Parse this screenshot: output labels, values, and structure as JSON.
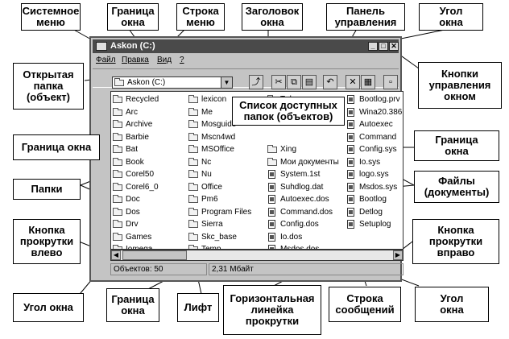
{
  "window": {
    "title": "Askon (C:)",
    "menu": [
      "Файл",
      "Правка",
      "Вид",
      "?"
    ],
    "address": "Askon (C:)",
    "titlebar_buttons": [
      "_",
      "□",
      "✕"
    ]
  },
  "files": {
    "col1": [
      "Recycled",
      "Arc",
      "Archive",
      "Barbie",
      "Bat",
      "Book",
      "Corel50",
      "Corel6_0",
      "Doc",
      "Dos",
      "Drv",
      "Games",
      "Iomega"
    ],
    "col2": [
      "lexicon",
      "Me",
      "Mosguide",
      "Mscn4wd",
      "MSOffice",
      "Nc",
      "Nu",
      "Office",
      "Pm6",
      "Program Files",
      "Sierra",
      "Skc_base",
      "Temp"
    ],
    "col3": [
      "Tplayen",
      "",
      "",
      "",
      "Xing",
      "Мои документы",
      "System.1st",
      "Suhdlog.dat",
      "Autoexec.dos",
      "Command.dos",
      "Config.dos",
      "Io.dos",
      "Msdos.dos"
    ],
    "col4": [
      "Bootlog.prv",
      "Wina20.386",
      "Autoexec",
      "Command",
      "Config.sys",
      "Io.sys",
      "logo.sys",
      "Msdos.sys",
      "Bootlog",
      "Detlog",
      "Setuplog"
    ]
  },
  "status": {
    "objects": "Объектов: 50",
    "size": "2,31 Мбайт"
  },
  "callouts": {
    "system_menu": "Системное\nменю",
    "window_border_top": "Граница\nокна",
    "menu_bar": "Строка\nменю",
    "window_title": "Заголовок\nокна",
    "toolbar": "Панель\nуправления",
    "window_corner_top": "Угол\nокна",
    "open_folder": "Открытая\nпапка\n(объект)",
    "window_controls": "Кнопки\nуправления\nокном",
    "folder_list": "Список доступных\nпапок (объектов)",
    "window_border_left": "Граница окна",
    "window_border_right": "Граница\nокна",
    "folders": "Папки",
    "files_docs": "Файлы\n(документы)",
    "scroll_left": "Кнопка\nпрокрутки\nвлево",
    "scroll_right": "Кнопка\nпрокрутки\nвправо",
    "window_corner_bl": "Угол окна",
    "window_border_bottom": "Граница\nокна",
    "elevator": "Лифт",
    "hscrollbar": "Горизонтальная\nлинейка\nпрокрутки",
    "status_bar": "Строка\nсообщений",
    "window_corner_br": "Угол\nокна"
  }
}
